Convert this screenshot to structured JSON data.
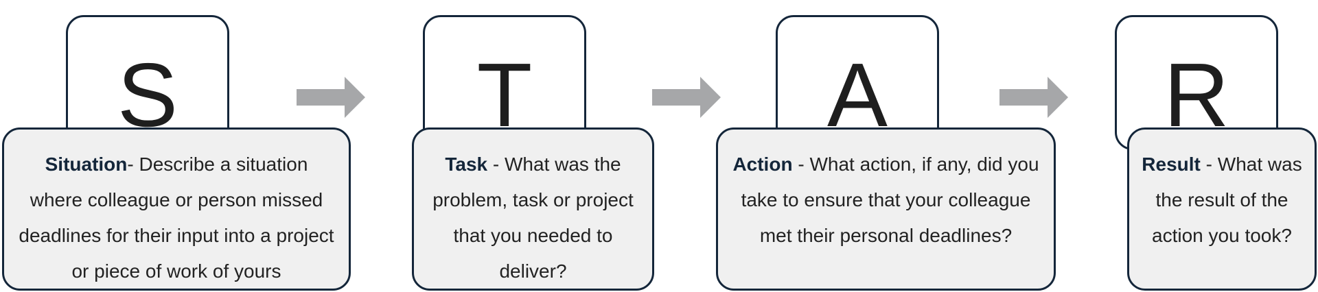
{
  "steps": [
    {
      "letter": "S",
      "term": "Situation",
      "separator": "- ",
      "description": "Describe a situation where colleague or person missed deadlines for their input into a project or piece of work of yours"
    },
    {
      "letter": "T",
      "term": "Task",
      "separator": " - ",
      "description": "What was the problem, task or project that you needed to deliver?"
    },
    {
      "letter": "A",
      "term": "Action",
      "separator": " - ",
      "description": "What action, if any, did you take to ensure that your colleague met their personal deadlines?"
    },
    {
      "letter": "R",
      "term": "Result",
      "separator": " - ",
      "description": "What was the result of the action you took?"
    }
  ],
  "colors": {
    "border": "#14263a",
    "term": "#14263a",
    "desc_background": "#f0f0f0",
    "arrow": "#a6a7a9",
    "letter": "#1e1e1e"
  },
  "icons": {
    "arrow": "right-arrow-icon"
  }
}
